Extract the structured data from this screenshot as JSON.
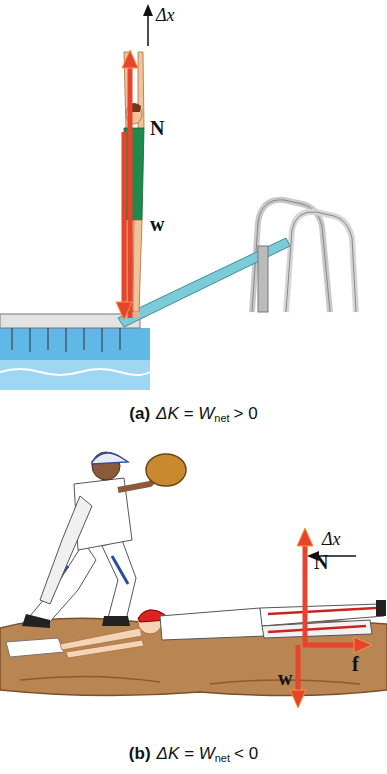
{
  "diagram": {
    "labels": [
      "Δx",
      "N",
      "w",
      "(a)",
      "ΔK = W",
      "net",
      "> 0",
      "Δx",
      "N",
      "w",
      "f",
      "(b)",
      "ΔK = W",
      "net",
      "< 0"
    ]
  }
}
